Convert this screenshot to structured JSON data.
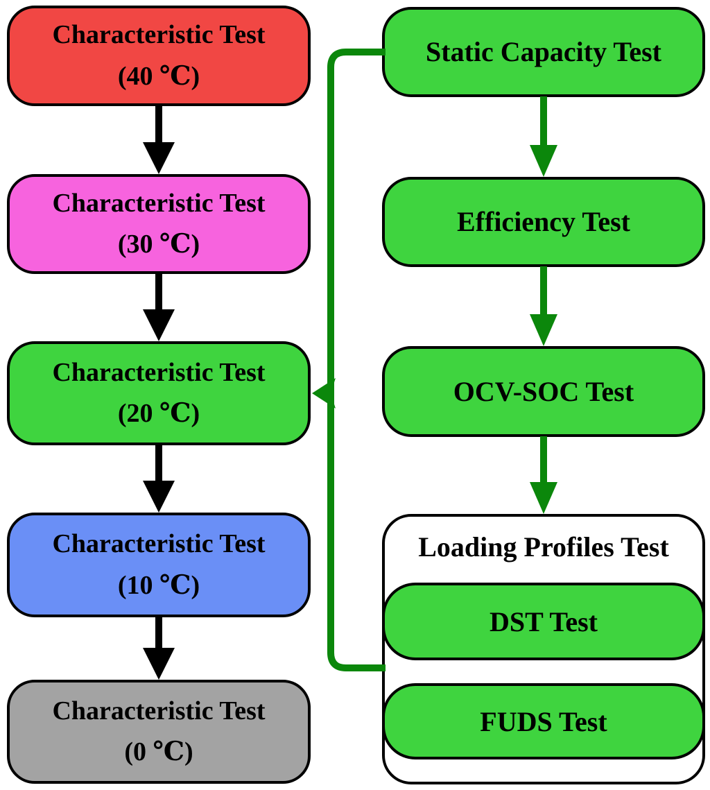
{
  "figure": {
    "type": "flowchart",
    "description": "Battery characteristic test procedure at multiple temperatures",
    "background": "#ffffff"
  },
  "colors": {
    "box_red": "#f14744",
    "box_magenta": "#f763de",
    "box_green": "#3fd43f",
    "box_blue": "#6a8ff6",
    "box_gray": "#a3a3a3",
    "container_white": "#ffffff",
    "border_black": "#000000",
    "arrow_black": "#000000",
    "arrow_green": "#0b870b",
    "text": "#000000"
  },
  "left_column": {
    "boxes": [
      {
        "title": "Characteristic Test",
        "subtitle": "(40 ℃)",
        "color": "#f14744"
      },
      {
        "title": "Characteristic Test",
        "subtitle": "(30 ℃)",
        "color": "#f763de"
      },
      {
        "title": "Characteristic Test",
        "subtitle": "(20 ℃)",
        "color": "#3fd43f"
      },
      {
        "title": "Characteristic Test",
        "subtitle": "(10 ℃)",
        "color": "#6a8ff6"
      },
      {
        "title": "Characteristic Test",
        "subtitle": "(0 ℃)",
        "color": "#a3a3a3"
      }
    ]
  },
  "right_column": {
    "boxes": [
      {
        "label": "Static Capacity Test",
        "color": "#3fd43f"
      },
      {
        "label": "Efficiency Test",
        "color": "#3fd43f"
      },
      {
        "label": "OCV-SOC Test",
        "color": "#3fd43f"
      }
    ],
    "loading_profiles": {
      "title": "Loading Profiles Test",
      "color": "#ffffff",
      "children": [
        {
          "label": "DST Test",
          "color": "#3fd43f"
        },
        {
          "label": "FUDS Test",
          "color": "#3fd43f"
        }
      ]
    }
  },
  "connectors": {
    "left_flow": "black down arrows between temperature boxes",
    "right_flow": "green down arrows between test boxes",
    "bracket": "green brace linking right test column to Characteristic Test (20 ℃)"
  }
}
